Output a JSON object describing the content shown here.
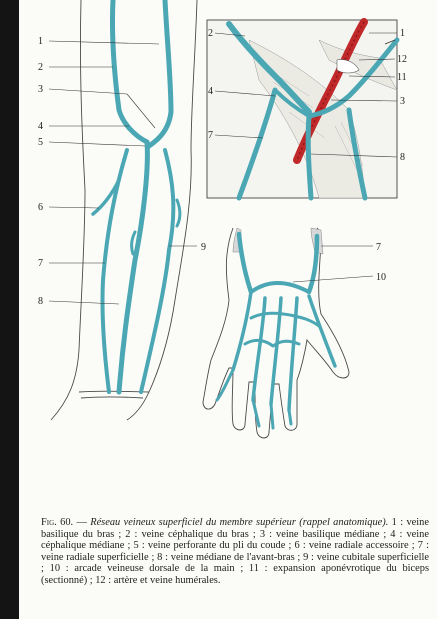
{
  "figure": {
    "number": "Fig. 60.",
    "title": "Réseau veineux superficiel du membre supérieur (rappel anatomique).",
    "legend": "1 : veine basilique du bras ; 2 : veine céphalique du bras ; 3 : veine basilique médiane ; 4 : veine céphalique médiane ; 5 : veine perforante du pli du coude ; 6 : veine radiale accessoire ; 7 : veine radiale superficielle ; 8 : veine médiane de l'avant-bras ; 9 : veine cubitale superficielle ; 10 : arcade veineuse dorsale de la main ; 11 : expansion aponévrotique du biceps (sectionné) ; 12 : artère et veine humérales."
  },
  "arm_labels": [
    "1",
    "2",
    "3",
    "4",
    "5",
    "6",
    "7",
    "8",
    "9"
  ],
  "elbow_labels": [
    "2",
    "4",
    "7",
    "1",
    "12",
    "11",
    "3",
    "8"
  ],
  "hand_labels": [
    "7",
    "10"
  ],
  "colors": {
    "vein": "#4aa7b3",
    "artery": "#c0282a",
    "outline": "#4a4a4a"
  }
}
